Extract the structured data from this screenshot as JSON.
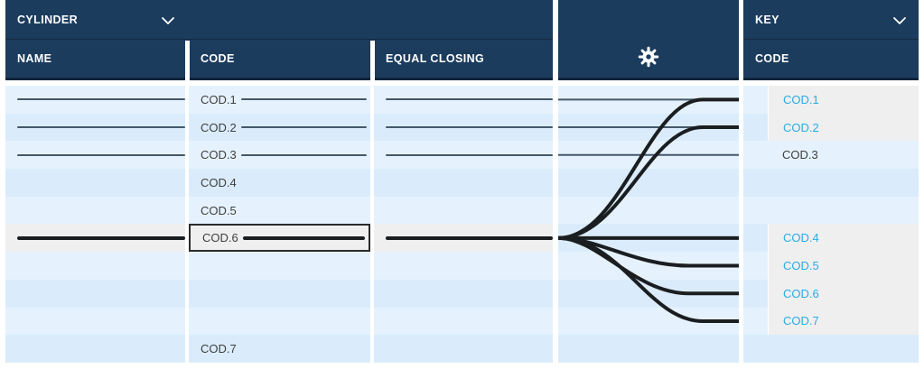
{
  "layout": {
    "rows": 10
  },
  "colors": {
    "header_bg": "#1c3c5e",
    "header_edge": "#11263c",
    "row_a": "#e5f2fd",
    "row_b": "#daecfb",
    "sel_bg": "#efefef",
    "sel_border": "#2b2b2b",
    "key_hl_bg": "#efefef",
    "key_text_hl": "#2babe2",
    "text": "#3e3e3e",
    "thin_line": "#44586c",
    "thick_line": "#1b1e21",
    "bg": "#ffffff"
  },
  "cylinder_panel": {
    "title": "CYLINDER",
    "name_header": "NAME",
    "code_header": "CODE",
    "equal_closing_header": "EQUAL CLOSING"
  },
  "key_panel": {
    "title": "KEY",
    "code_header": "CODE"
  },
  "icons": {
    "cylinder_dropdown": "chevron-down-icon",
    "key_dropdown": "chevron-down-icon",
    "settings": "gear-icon"
  },
  "cylinders": [
    {
      "code": "COD.1",
      "row": 1,
      "line": "thin",
      "selected": false
    },
    {
      "code": "COD.2",
      "row": 2,
      "line": "thin",
      "selected": false
    },
    {
      "code": "COD.3",
      "row": 3,
      "line": "thin",
      "selected": false
    },
    {
      "code": "COD.4",
      "row": 4,
      "line": null,
      "selected": false
    },
    {
      "code": "COD.5",
      "row": 5,
      "line": null,
      "selected": false
    },
    {
      "code": "COD.6",
      "row": 6,
      "line": "thick",
      "selected": true
    },
    {
      "code": "COD.7",
      "row": 10,
      "line": null,
      "selected": false
    }
  ],
  "keys": [
    {
      "code": "COD.1",
      "row": 1,
      "highlighted": true
    },
    {
      "code": "COD.2",
      "row": 2,
      "highlighted": true
    },
    {
      "code": "COD.3",
      "row": 3,
      "highlighted": false
    },
    {
      "code": "COD.4",
      "row": 6,
      "highlighted": true
    },
    {
      "code": "COD.5",
      "row": 7,
      "highlighted": true
    },
    {
      "code": "COD.6",
      "row": 8,
      "highlighted": true
    },
    {
      "code": "COD.7",
      "row": 9,
      "highlighted": true
    }
  ],
  "connections": {
    "from": "COD.6",
    "to": [
      "COD.1",
      "COD.2",
      "COD.4",
      "COD.5",
      "COD.6",
      "COD.7"
    ]
  }
}
